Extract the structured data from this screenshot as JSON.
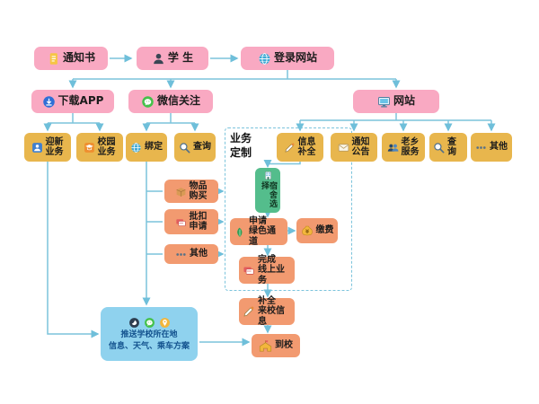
{
  "colors": {
    "pink_node": "#f9a9c2",
    "gold_node": "#e8b64d",
    "orange_node": "#f29a70",
    "green_node": "#54bd8c",
    "blue_node": "#8fd2ee",
    "wire": "#7cc4dc"
  },
  "nodes": {
    "notice": {
      "label": "通知书",
      "icon": "document-icon"
    },
    "student": {
      "label": "学 生",
      "icon": "student-icon"
    },
    "login": {
      "label": "登录网站",
      "icon": "globe-icon"
    },
    "download_app": {
      "label": "下载APP",
      "icon": "app-download-icon"
    },
    "wechat_follow": {
      "label": "微信关注",
      "icon": "wechat-icon"
    },
    "website": {
      "label": "网站",
      "icon": "monitor-icon"
    },
    "welcome_biz": {
      "label": "迎新业务",
      "icon": "welcome-icon"
    },
    "campus_biz": {
      "label": "校园业务",
      "icon": "campus-icon"
    },
    "bind": {
      "label": "绑定",
      "icon": "globe-icon"
    },
    "wechat_query": {
      "label": "查询",
      "icon": "search-icon"
    },
    "biz_custom": {
      "label": "业务定制"
    },
    "info_fill": {
      "label": "信息补全",
      "icon": "pencil-icon"
    },
    "announcements": {
      "label": "通知公告",
      "icon": "mail-icon"
    },
    "hometown_service": {
      "label": "老乡服务",
      "icon": "people-icon"
    },
    "web_query": {
      "label": "查询",
      "icon": "search-icon"
    },
    "web_other": {
      "label": "其他",
      "icon": "dots-icon"
    },
    "purchase": {
      "label": "物品购买",
      "icon": "box-icon"
    },
    "deduction": {
      "label": "批扣申请",
      "icon": "card-icon"
    },
    "wechat_other": {
      "label": "其他",
      "icon": "dots-icon"
    },
    "dorm_select": {
      "label": "宿舍选择",
      "icon": "building-icon"
    },
    "green_channel": {
      "line1": "申请",
      "line2": "绿色通道",
      "icon": "leaf-icon"
    },
    "pay": {
      "label": "缴费",
      "icon": "money-bag-icon"
    },
    "finish_online": {
      "line1": "完成",
      "line2": "线上业务",
      "icon": "card-icon"
    },
    "fill_arrival": {
      "line1": "补全",
      "line2": "来校信息",
      "icon": "pencil-icon"
    },
    "arrive": {
      "label": "到校",
      "icon": "school-icon"
    },
    "push_info": {
      "line1": "推送学校所在地",
      "line2": "信息、天气、乘车方案",
      "icons": [
        "app-icon",
        "wechat-icon",
        "map-pin-icon"
      ]
    }
  },
  "edges": [
    "通知书→学生",
    "学生→登录网站",
    "登录网站→下载APP",
    "登录网站→微信关注",
    "登录网站→网站",
    "下载APP→迎新业务",
    "下载APP→校园业务",
    "微信关注→绑定",
    "微信关注→查询",
    "网站→信息补全",
    "网站→通知公告",
    "网站→老乡服务",
    "网站→查询",
    "网站→其他",
    "信息补全→宿舍选择",
    "宿舍选择→申请绿色通道",
    "申请绿色通道→缴费",
    "申请绿色通道→完成线上业务",
    "完成线上业务→补全来校信息",
    "补全来校信息→到校",
    "绑定→物品购买",
    "绑定→批扣申请",
    "绑定→其他",
    "绑定→推送学校所在地信息",
    "物品购买→业务定制",
    "批扣申请→业务定制",
    "其他→业务定制",
    "迎新业务→推送学校所在地信息",
    "推送学校所在地信息→到校"
  ]
}
